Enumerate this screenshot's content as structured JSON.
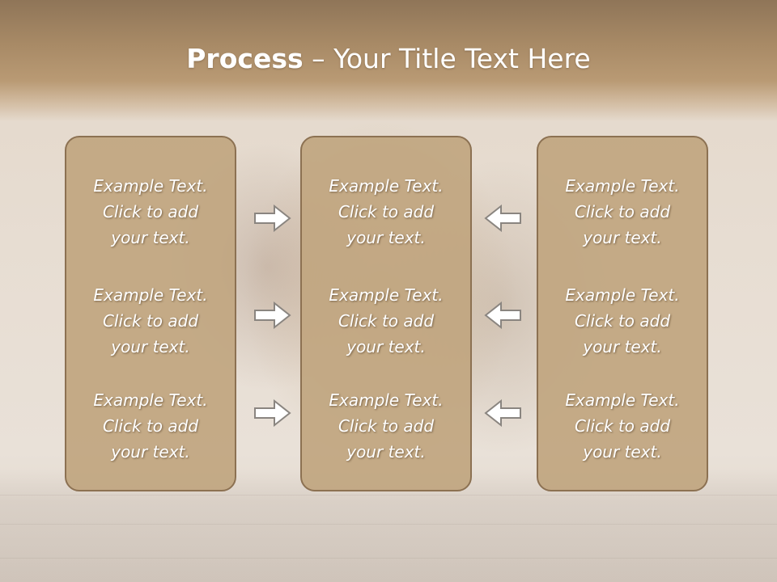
{
  "title": {
    "bold": "Process",
    "rest": " – Your Title Text Here"
  },
  "panels": [
    {
      "items": [
        {
          "line1": "Example Text.",
          "line2": "Click  to add",
          "line3": "your text."
        },
        {
          "line1": "Example Text.",
          "line2": "Click  to add",
          "line3": "your text."
        },
        {
          "line1": "Example Text.",
          "line2": "Click  to add",
          "line3": "your text."
        }
      ]
    },
    {
      "items": [
        {
          "line1": "Example Text.",
          "line2": "Click  to add",
          "line3": "your text."
        },
        {
          "line1": "Example Text.",
          "line2": "Click  to add",
          "line3": "your text."
        },
        {
          "line1": "Example Text.",
          "line2": "Click  to add",
          "line3": "your text."
        }
      ]
    },
    {
      "items": [
        {
          "line1": "Example Text.",
          "line2": "Click  to add",
          "line3": "your text."
        },
        {
          "line1": "Example Text.",
          "line2": "Click  to add",
          "line3": "your text."
        },
        {
          "line1": "Example Text.",
          "line2": "Click  to add",
          "line3": "your text."
        }
      ]
    }
  ],
  "arrows": {
    "left_column": {
      "icon": "arrow-right-icon",
      "direction": "right",
      "count": 3
    },
    "right_column": {
      "icon": "arrow-left-icon",
      "direction": "left",
      "count": 3
    }
  },
  "colors": {
    "panel_fill": "#c1a680",
    "panel_border": "#8c7152",
    "title_bar": "#a88a66",
    "text": "#ffffff",
    "arrow_fill": "#ffffff",
    "arrow_stroke": "#8a8580"
  }
}
